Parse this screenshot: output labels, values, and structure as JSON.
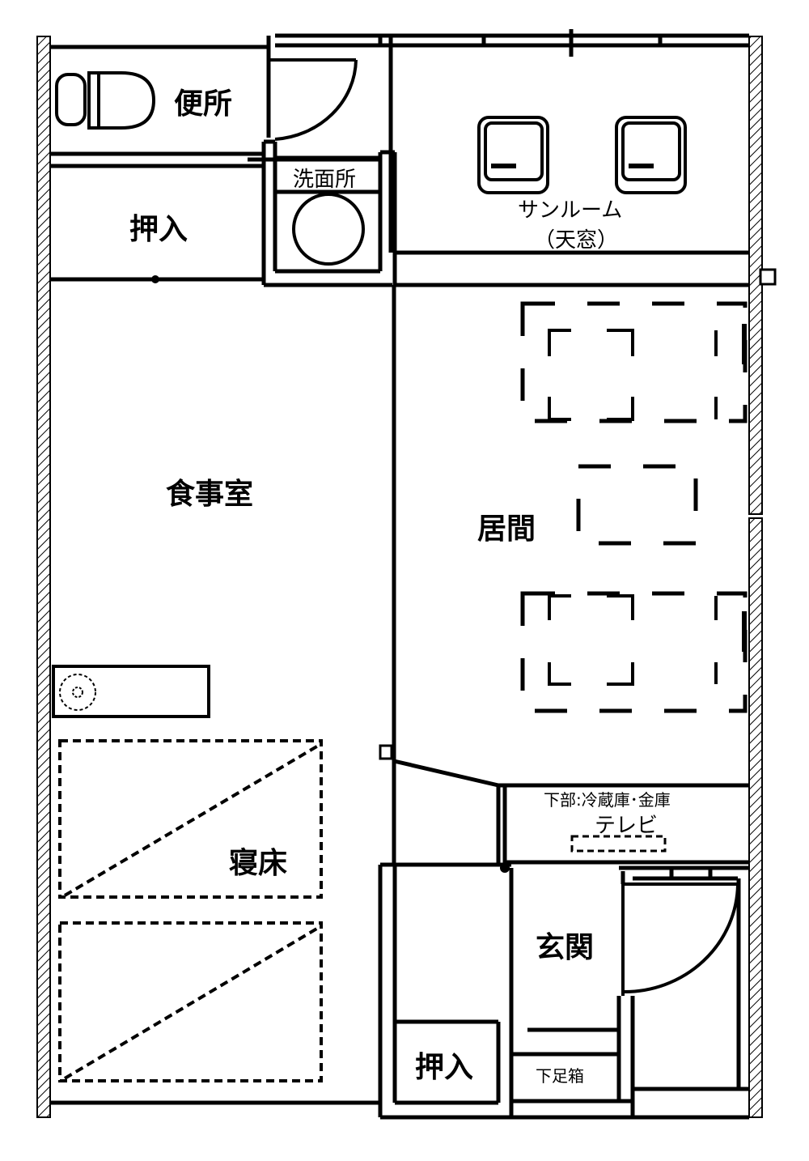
{
  "rooms": {
    "toilet": "便所",
    "closet_top": "押入",
    "washroom": "洗面所",
    "sunroom": "サンルーム",
    "sunroom_note": "（天窓）",
    "dining": "食事室",
    "living": "居間",
    "bed": "寝床",
    "entrance": "玄関",
    "closet_bottom": "押入",
    "shoe_box": "下足箱"
  },
  "fixtures": {
    "cabinet_note": "下部:冷蔵庫･金庫",
    "tv": "テレビ"
  },
  "icons": [
    "toilet-icon",
    "wash-basin-icon",
    "armchair-icon",
    "sink-icon",
    "door-swing-icon",
    "table-icon"
  ],
  "colors": {
    "line": "#000000",
    "background": "#ffffff"
  }
}
